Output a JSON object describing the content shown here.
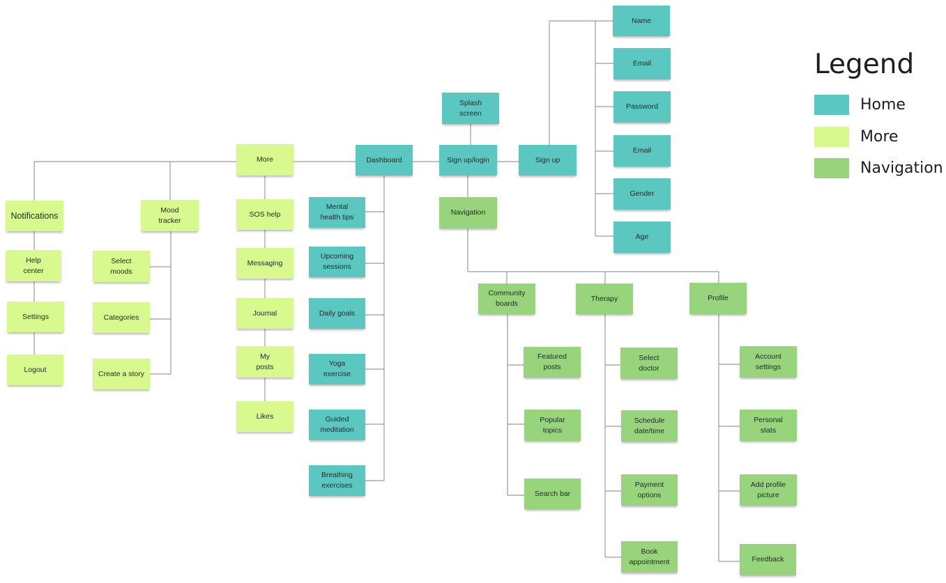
{
  "colors": {
    "home": "#5bc7c1",
    "more": "#d7f98e",
    "navigation": "#97d47b"
  },
  "legend": {
    "title": "Legend",
    "items": [
      {
        "label": "Home",
        "category": "home"
      },
      {
        "label": "More",
        "category": "more"
      },
      {
        "label": "Navigation",
        "category": "navigation"
      }
    ]
  },
  "notes": {
    "splash": "Splash\nscreen",
    "signup_login": "Sign up/login",
    "dashboard": "Dashboard",
    "more": "More",
    "sign_up": "Sign up",
    "navigation": "Navigation",
    "name": "Name",
    "email_1": "Email",
    "password": "Password",
    "email_2": "Email",
    "gender": "Gender",
    "age": "Age",
    "mental_health_tips": "Mental\nhealth tips",
    "upcoming_sessions": "Upcoming\nsessions",
    "daily_goals": "Daily goals",
    "yoga_exercise": "Yoga\nexercise",
    "guided_meditation": "Guided\nmeditation",
    "breathing_exercises": "Breathing\nexercises",
    "notifications": "Notifications",
    "mood_tracker": "Mood\ntracker",
    "sos_help": "SOS help",
    "messaging": "Messaging",
    "journal": "Journal",
    "my_posts": "My\nposts",
    "likes": "Likes",
    "help_center": "Help\ncenter",
    "settings": "Settings",
    "logout": "Logout",
    "select_moods": "Select\nmoods",
    "categories": "Categories",
    "create_a_story": "Create a story",
    "community_boards": "Community\nboards",
    "therapy": "Therapy",
    "profile": "Profile",
    "featured_posts": "Featured\nposts",
    "popular_topics": "Popular\ntopics",
    "search_bar": "Search bar",
    "select_doctor": "Select\ndoctor",
    "schedule_date_time": "Schedule\ndate/time",
    "payment_options": "Payment\noptions",
    "book_appointment": "Book\nappointment",
    "account_settings": "Account\nsettings",
    "personal_stats": "Personal\nstats",
    "add_profile_picture": "Add profile\npicture",
    "feedback": "Feedback"
  }
}
